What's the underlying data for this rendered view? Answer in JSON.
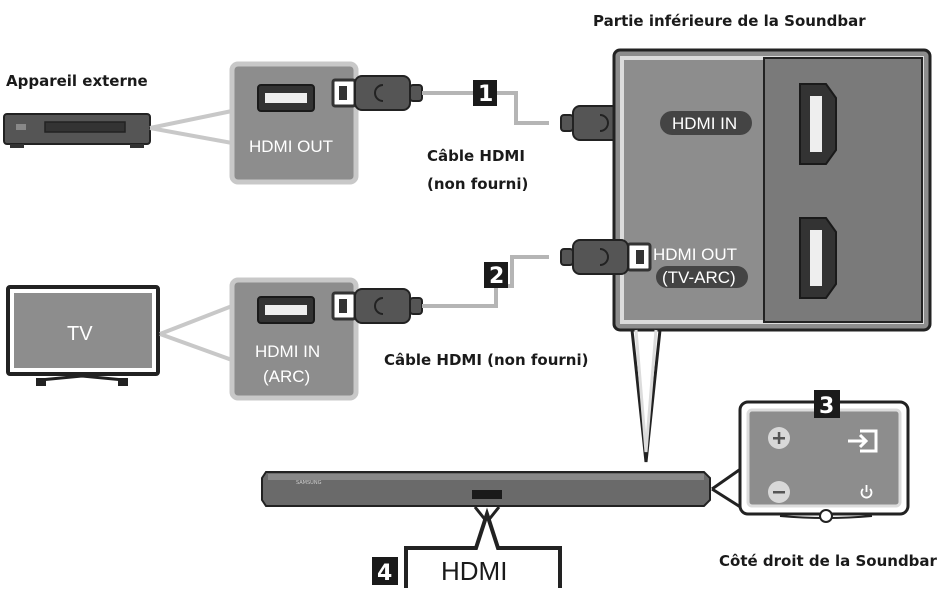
{
  "labels": {
    "external_device": "Appareil externe",
    "hdmi_out": "HDMI OUT",
    "cable1_line1": "Câble HDMI",
    "cable1_line2": "(non fourni)",
    "bottom_title": "Partie inférieure de la Soundbar",
    "hdmi_in_port": "HDMI IN",
    "hdmi_out_port_line1": "HDMI OUT",
    "hdmi_out_port_line2": "(TV-ARC)",
    "tv": "TV",
    "tv_hdmi_in_line1": "HDMI IN",
    "tv_hdmi_in_line2": "(ARC)",
    "cable2": "Câble HDMI (non fourni)",
    "right_side": "Côté droit de la Soundbar",
    "hdmi_bottom": "HDMI",
    "brand": "SAMSUNG"
  },
  "steps": [
    "1",
    "2",
    "3",
    "4"
  ],
  "icons": [
    "plus-icon",
    "minus-icon",
    "source-icon",
    "power-icon"
  ],
  "colors": {
    "panel_gray": "#8d8d8d",
    "panel_border": "#c8c8c8",
    "dark_gray": "#555555",
    "cable_gray": "#b5b5b5",
    "soundbar": "#6a6a6a",
    "number_box": "#1a1a1a"
  }
}
